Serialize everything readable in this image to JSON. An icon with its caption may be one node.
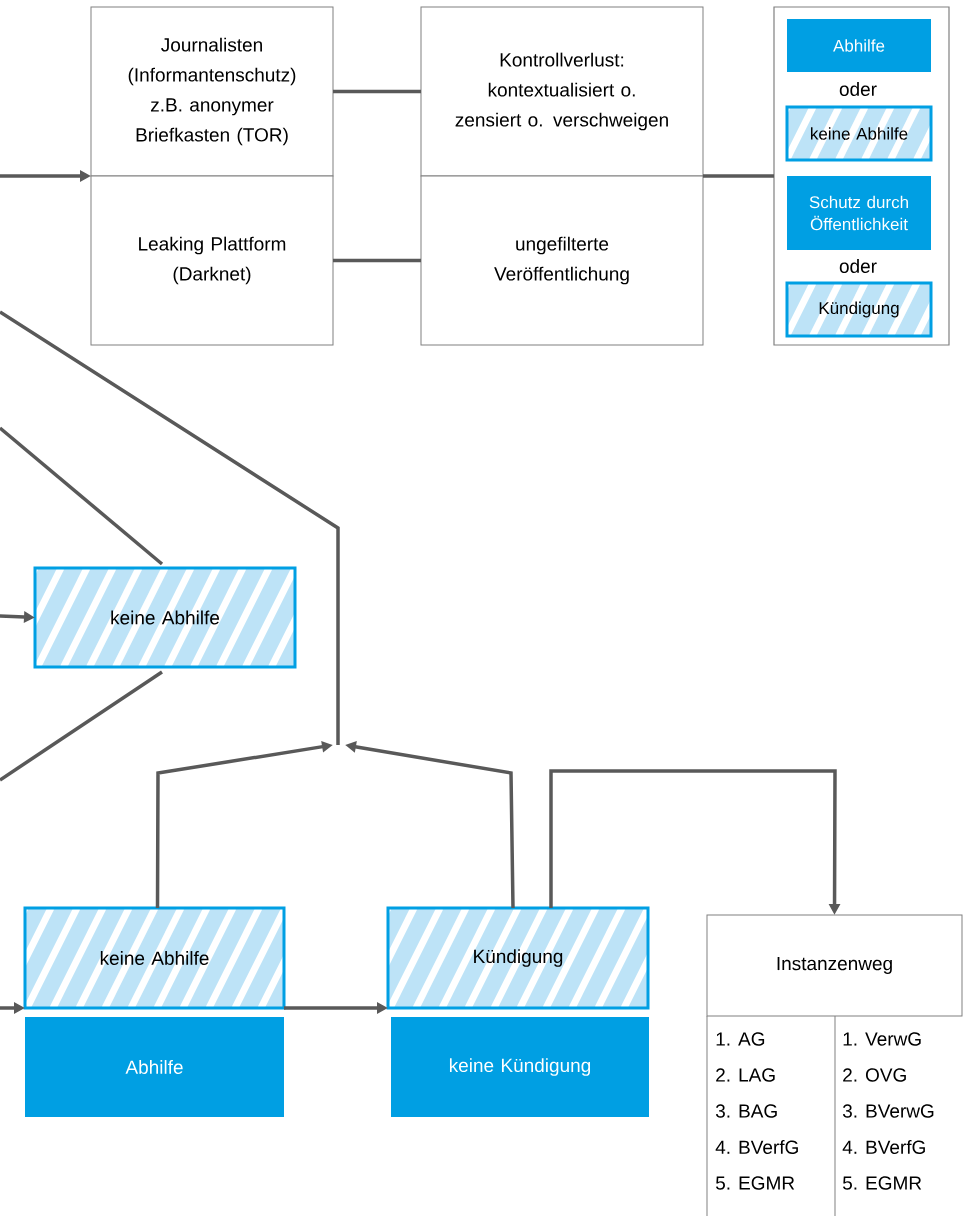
{
  "diagram": {
    "nodes": [
      {
        "text": [
          "Journalisten (Informantenschutz) z.B. anonymer Briefkasten (TOR)"
        ]
      },
      {
        "text": [
          "Leaking Plattform (Darknet)"
        ]
      },
      {
        "text": [
          "Kontrollverlust: kontextualisiert o. zensiert o. verschweigen"
        ]
      },
      {
        "text": [
          "ungefilterte Veröffentlichung"
        ]
      },
      {
        "text": [],
        "shape": "box"
      },
      {
        "text": [
          "Abhilfe"
        ],
        "in": 4
      },
      {
        "text": [
          "keine Abhilfe"
        ],
        "in": 4
      },
      {
        "text": [
          "Schutz durch Öffentlichkeit"
        ],
        "in": 4
      },
      {
        "text": [
          "Kündigung"
        ],
        "in": 4
      },
      {
        "text": [
          "keine Abhilfe"
        ]
      },
      {
        "text": [
          "keine Abhilfe"
        ]
      },
      {
        "text": [
          "Abhilfe"
        ]
      },
      {
        "text": [
          "Kündigung"
        ]
      },
      {
        "text": [
          "keine Kündigung"
        ]
      },
      {
        "text": [
          "Instanzenweg"
        ]
      }
    ],
    "edges": [
      {
        "from": null,
        "to": 0,
        "arrow": "to"
      },
      {
        "from": 0,
        "to": 2,
        "arrow": "none"
      },
      {
        "from": 1,
        "to": 3,
        "arrow": "none"
      },
      {
        "from": 2,
        "to": 4,
        "arrow": "none"
      },
      {
        "from": null,
        "to": 9,
        "arrow": "none"
      },
      {
        "from": null,
        "to": 9,
        "arrow": "to"
      },
      {
        "from": 9,
        "to": null,
        "arrow": "none"
      },
      {
        "from": 10,
        "to": null,
        "arrow": "to"
      },
      {
        "from": 12,
        "to": null,
        "arrow": "to"
      },
      {
        "from": 12,
        "to": 14,
        "arrow": "to"
      },
      {
        "from": null,
        "to": 10,
        "arrow": "to"
      },
      {
        "from": 10,
        "to": 12,
        "arrow": "to"
      }
    ],
    "labels": [
      "oder",
      "oder",
      "1. AG",
      "1. VerwG",
      "2. LAG",
      "2. OVG",
      "3. BAG",
      "3. BVerwG",
      "4. BVerfG",
      "4. BVerfG",
      "5. EGMR",
      "5. EGMR"
    ]
  }
}
